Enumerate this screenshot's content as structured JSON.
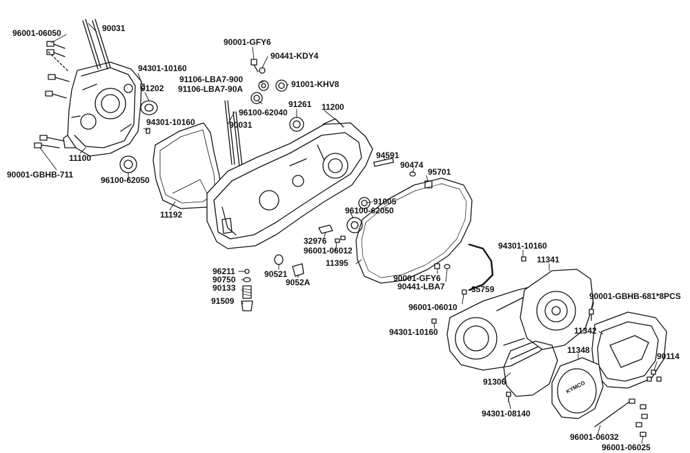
{
  "parts": {
    "p1": "96001-06050",
    "p2": "90031",
    "p3": "94301-10160",
    "p4": "91202",
    "p5": "94301-10160",
    "p6": "11100",
    "p7": "90001-GBHB-711",
    "p8": "96100-62050",
    "p9": "11192",
    "p10": "90001-GFY6",
    "p11": "90441-KDY4",
    "p12": "91106-LBA7-900",
    "p13": "91106-LBA7-90A",
    "p14": "91001-KHV8",
    "p15": "96100-62040",
    "p16": "91261",
    "p17": "11200",
    "p18": "90031",
    "p19": "94591",
    "p20": "90474",
    "p21": "95701",
    "p22": "91005",
    "p23": "96100-62050",
    "p24": "32976",
    "p25": "96001-06012",
    "p26": "11395",
    "p27": "96211",
    "p28": "90750",
    "p29": "90133",
    "p30": "91509",
    "p31": "90521",
    "p32": "9052A",
    "p33": "94301-10160",
    "p34": "11341",
    "p35": "90001-GFY6",
    "p36": "90441-LBA7",
    "p37": "35759",
    "p38": "90001-GBHB-681*8PCS",
    "p39": "96001-06010",
    "p40": "94301-10160",
    "p41": "11342",
    "p42": "11348",
    "p43": "90114",
    "p44": "91306",
    "p45": "94301-08140",
    "p46": "96001-06032",
    "p47": "96001-06025"
  },
  "cover_logo": "KYMCO"
}
